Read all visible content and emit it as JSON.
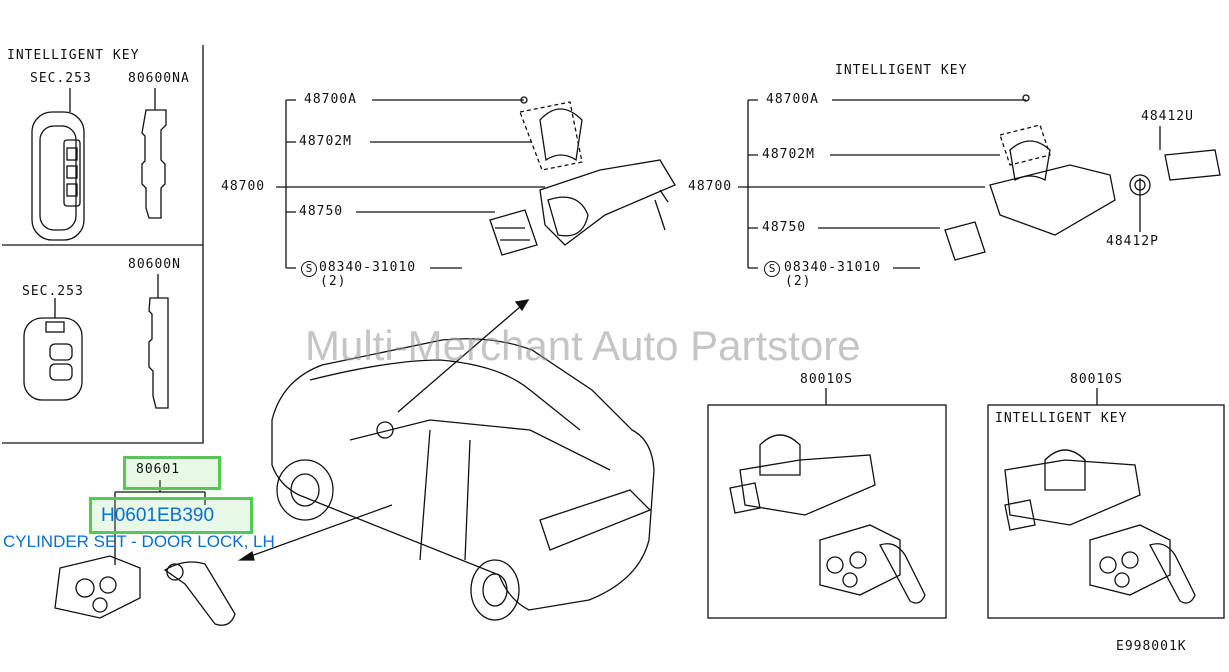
{
  "labels": {
    "ik_top_left": "INTELLIGENT KEY",
    "sec253_a": "SEC.253",
    "p80600na": "80600NA",
    "sec253_b": "SEC.253",
    "p80600n": "80600N",
    "ik_right": "INTELLIGENT KEY",
    "l48700a_1": "48700A",
    "l48702m_1": "48702M",
    "l48700_1": "48700",
    "l48750_1": "48750",
    "bolt_1": "08340-31010",
    "qty_1": "(2)",
    "l48700a_2": "48700A",
    "l48702m_2": "48702M",
    "l48700_2": "48700",
    "l48750_2": "48750",
    "bolt_2": "08340-31010",
    "qty_2": "(2)",
    "p48412u": "48412U",
    "p48412p": "48412P",
    "p80010s_1": "80010S",
    "p80010s_2": "80010S",
    "ik_box": "INTELLIGENT KEY",
    "p80601": "80601",
    "part_number": "H0601EB390",
    "description": "CYLINDER SET - DOOR LOCK, LH",
    "diagram_id": "E998001K",
    "bolt_symbol": "S"
  },
  "watermark": "Multi-Merchant Auto Partstore",
  "colors": {
    "highlight_border": "#56c856",
    "highlight_text": "#0a6fd1",
    "line": "#111111"
  }
}
